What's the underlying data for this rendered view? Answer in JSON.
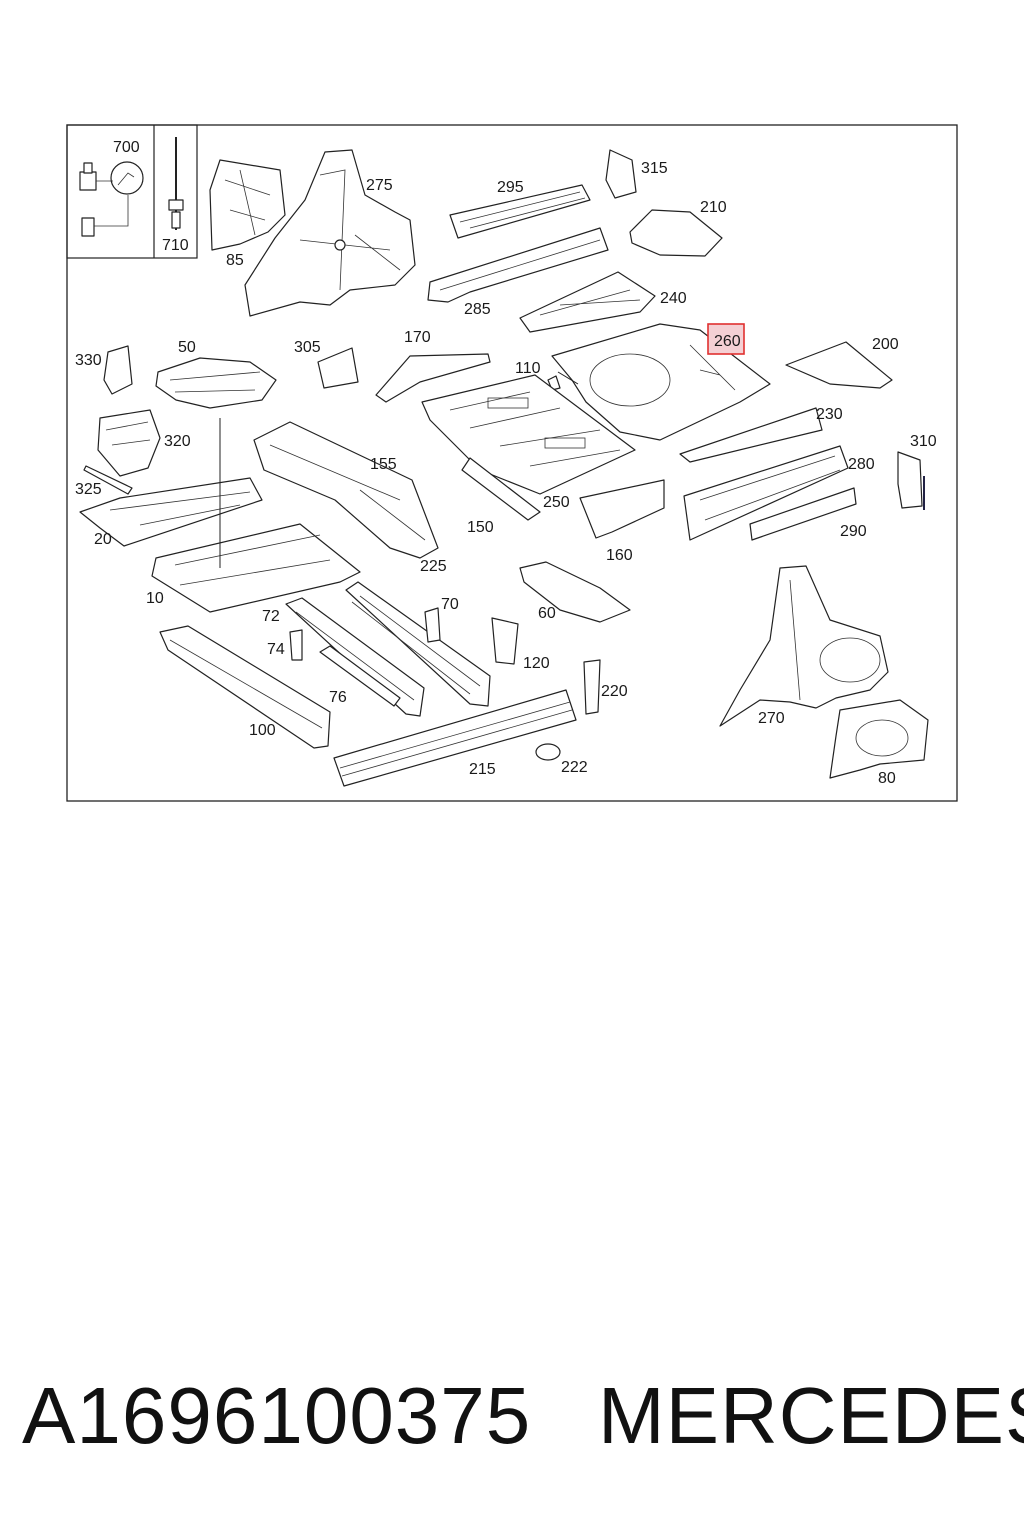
{
  "diagram": {
    "labels": {
      "p700": "700",
      "p710": "710",
      "p85": "85",
      "p275": "275",
      "p295": "295",
      "p315": "315",
      "p210": "210",
      "p285": "285",
      "p240": "240",
      "p330": "330",
      "p50": "50",
      "p305": "305",
      "p170": "170",
      "p110": "110",
      "p260": "260",
      "p200": "200",
      "p320": "320",
      "p155": "155",
      "p230": "230",
      "p310": "310",
      "p325": "325",
      "p20": "20",
      "p280": "280",
      "p250": "250",
      "p150": "150",
      "p290": "290",
      "p225": "225",
      "p160": "160",
      "p10": "10",
      "p70": "70",
      "p72": "72",
      "p60": "60",
      "p74": "74",
      "p120": "120",
      "p76": "76",
      "p220": "220",
      "p270": "270",
      "p100": "100",
      "p215": "215",
      "p222": "222",
      "p80": "80"
    },
    "highlight_color": "#e03030"
  },
  "caption": {
    "part_number": "A1696100375",
    "brand": "MERCEDES"
  }
}
